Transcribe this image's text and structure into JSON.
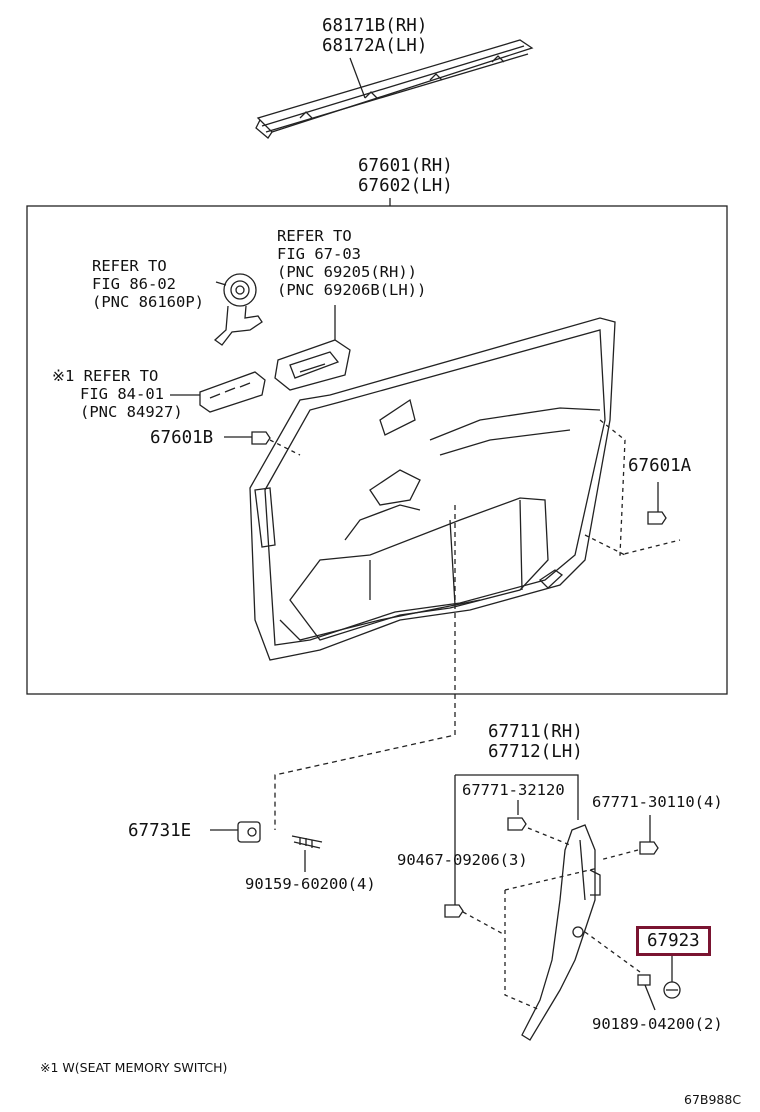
{
  "parts": {
    "p68171": [
      "68171B(RH)",
      "68172A(LH)"
    ],
    "p67601": [
      "67601(RH)",
      "67602(LH)"
    ],
    "refer_speaker": [
      "REFER TO",
      "FIG 86-02",
      "(PNC 86160P)"
    ],
    "refer_handle": [
      "REFER TO",
      "FIG 67-03",
      "(PNC 69205(RH))",
      "(PNC 69206B(LH))"
    ],
    "refer_switch": [
      "※1 REFER TO",
      "FIG 84-01",
      "(PNC 84927)"
    ],
    "p67601B": "67601B",
    "p67601A": "67601A",
    "p67711": [
      "67711(RH)",
      "67712(LH)"
    ],
    "p67771_32120": "67771-32120",
    "p67771_30110": "67771-30110(4)",
    "p67731E": "67731E",
    "p90159": "90159-60200(4)",
    "p90467": "90467-09206(3)",
    "p67923": "67923",
    "p90189": "90189-04200(2)"
  },
  "footnote": "※1 W(SEAT MEMORY SWITCH)",
  "figure_code": "67B988C",
  "colors": {
    "highlight_border": "#7a1431",
    "line": "#222222"
  }
}
